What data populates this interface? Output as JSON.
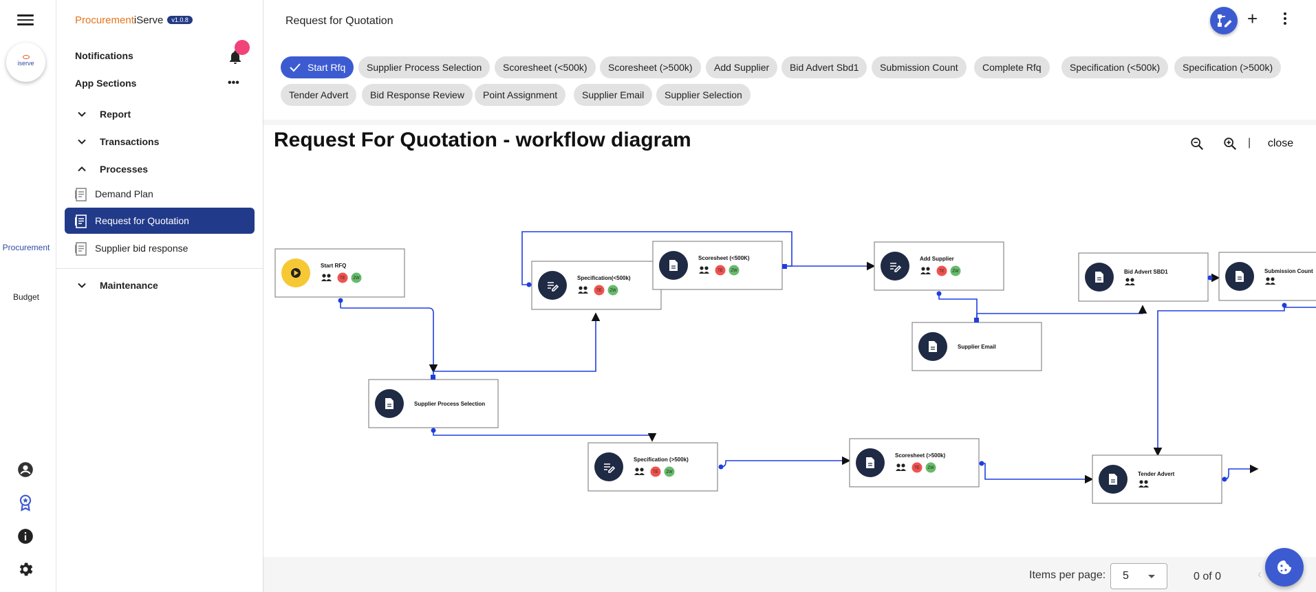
{
  "rail": {
    "links": [
      {
        "label": "Procurement"
      },
      {
        "label": "Budget"
      }
    ],
    "logo_text": "iserve"
  },
  "sidebar": {
    "brand": {
      "part1": "Procurement",
      "part2": "iServe",
      "version": "v1.0.8"
    },
    "notifications_label": "Notifications",
    "app_sections_label": "App Sections",
    "sections": [
      {
        "label": "Report",
        "expanded": false
      },
      {
        "label": "Transactions",
        "expanded": false
      },
      {
        "label": "Processes",
        "expanded": true
      },
      {
        "label": "Maintenance",
        "expanded": false
      }
    ],
    "process_items": [
      {
        "label": "Demand Plan",
        "active": false
      },
      {
        "label": "Request for Quotation",
        "active": true
      },
      {
        "label": "Supplier bid response",
        "active": false
      }
    ]
  },
  "header": {
    "title": "Request for Quotation"
  },
  "chips": [
    {
      "label": "Start Rfq",
      "selected": true
    },
    {
      "label": "Supplier Process Selection"
    },
    {
      "label": "Scoresheet (<500k)"
    },
    {
      "label": "Scoresheet (>500k)"
    },
    {
      "label": "Add Supplier"
    },
    {
      "label": "Bid Advert Sbd1"
    },
    {
      "label": "Submission Count"
    },
    {
      "label": "Complete Rfq"
    },
    {
      "label": "Specification (<500k)"
    },
    {
      "label": "Specification (>500k)"
    },
    {
      "label": "Tender Advert"
    },
    {
      "label": "Bid Response Review"
    },
    {
      "label": "Point Assignment"
    },
    {
      "label": "Supplier Email"
    },
    {
      "label": "Supplier Selection"
    }
  ],
  "diagram": {
    "title": "Request For Quotation - workflow diagram",
    "close_label": "close",
    "separator": "|",
    "nodes": [
      {
        "label": "Start RFQ",
        "icon": "play-icon",
        "avatars": [
          "TE",
          "ZW"
        ]
      },
      {
        "label": "Supplier Process Selection",
        "icon": "document-icon",
        "avatars": []
      },
      {
        "label": "Specification(<500k)",
        "icon": "edit-list-icon",
        "avatars": [
          "TE",
          "ZW"
        ]
      },
      {
        "label": "Scoresheet (<500K)",
        "icon": "document-icon",
        "avatars": [
          "TE",
          "ZW"
        ]
      },
      {
        "label": "Specification (>500k)",
        "icon": "edit-list-icon",
        "avatars": [
          "TE",
          "ZW"
        ]
      },
      {
        "label": "Add Supplier",
        "icon": "edit-list-icon",
        "avatars": [
          "TE",
          "ZW"
        ]
      },
      {
        "label": "Supplier Email",
        "icon": "document-icon",
        "avatars": []
      },
      {
        "label": "Scoresheet (>500k)",
        "icon": "document-icon",
        "avatars": [
          "TE",
          "ZW"
        ]
      },
      {
        "label": "Bid Advert SBD1",
        "icon": "document-icon",
        "avatars": []
      },
      {
        "label": "Submission Count",
        "icon": "document-icon",
        "avatars": []
      },
      {
        "label": "Tender Advert",
        "icon": "document-icon",
        "avatars": []
      }
    ]
  },
  "paginator": {
    "items_per_page_label": "Items per page:",
    "items_per_page_value": "5",
    "range_label": "0 of 0"
  },
  "colors": {
    "primary": "#3d5bd1",
    "nav_active": "#223a8a",
    "edge": "#1e3ee0",
    "start_node": "#f6c834",
    "node_icon_bg": "#1f2a44",
    "avatar_te": "#ef5350",
    "avatar_zw": "#66bb6a",
    "notification_dot": "#f2427a",
    "brand_orange": "#e8741c"
  }
}
